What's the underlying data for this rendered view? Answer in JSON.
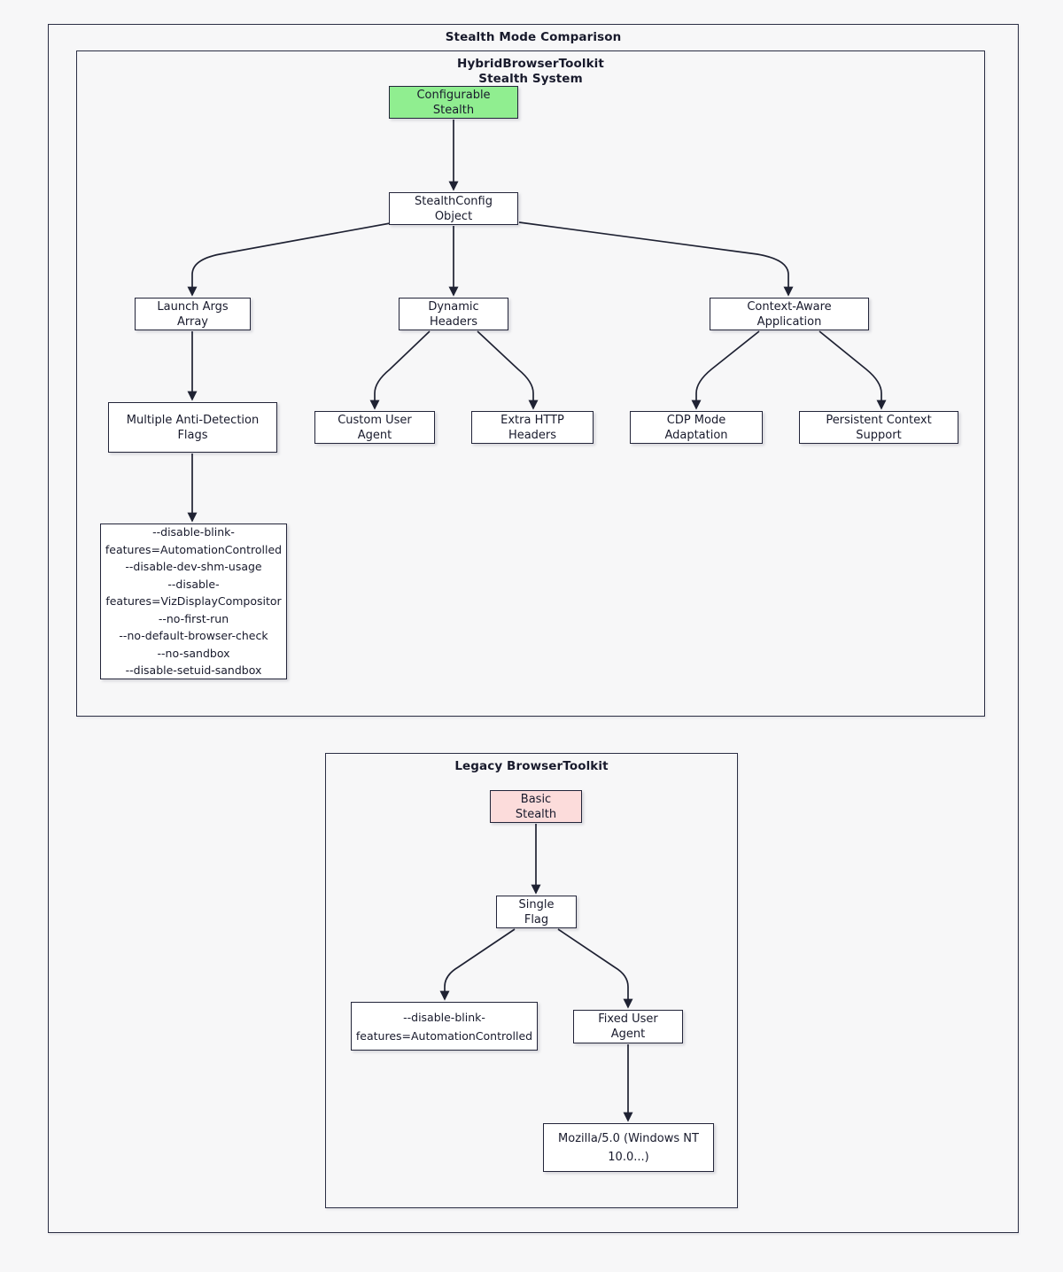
{
  "diagram": {
    "title": "Stealth Mode Comparison",
    "colors": {
      "highlight_green": "#90ee90",
      "highlight_pink": "#fcdcdb",
      "node_fill": "#ffffff",
      "border": "#23253a",
      "edge": "#1f2233",
      "background": "#f7f7f8",
      "text": "#181a2c"
    },
    "hybrid": {
      "title_line1": "HybridBrowserToolkit",
      "title_line2": "Stealth System",
      "nodes": {
        "configurable_stealth": "Configurable Stealth",
        "stealth_config": "StealthConfig Object",
        "launch_args": "Launch Args Array",
        "dynamic_headers": "Dynamic Headers",
        "context_aware": "Context-Aware Application",
        "multi_flags": "Multiple Anti-Detection Flags",
        "custom_user_agent": "Custom User Agent",
        "extra_http_headers": "Extra HTTP Headers",
        "cdp_mode": "CDP Mode Adaptation",
        "persistent_context": "Persistent Context Support"
      },
      "flags_box_lines": [
        "--disable-blink-",
        "features=AutomationControlled",
        "--disable-dev-shm-usage",
        "--disable-",
        "features=VizDisplayCompositor",
        "--no-first-run",
        "--no-default-browser-check",
        "--no-sandbox",
        "--disable-setuid-sandbox"
      ]
    },
    "legacy": {
      "title": "Legacy BrowserToolkit",
      "nodes": {
        "basic_stealth": "Basic Stealth",
        "single_flag": "Single Flag",
        "fixed_user_agent": "Fixed User Agent"
      },
      "blink_flag_lines": [
        "--disable-blink-",
        "features=AutomationControlled"
      ],
      "user_agent_lines": [
        "Mozilla/5.0 (Windows NT",
        "10.0...)"
      ]
    }
  }
}
